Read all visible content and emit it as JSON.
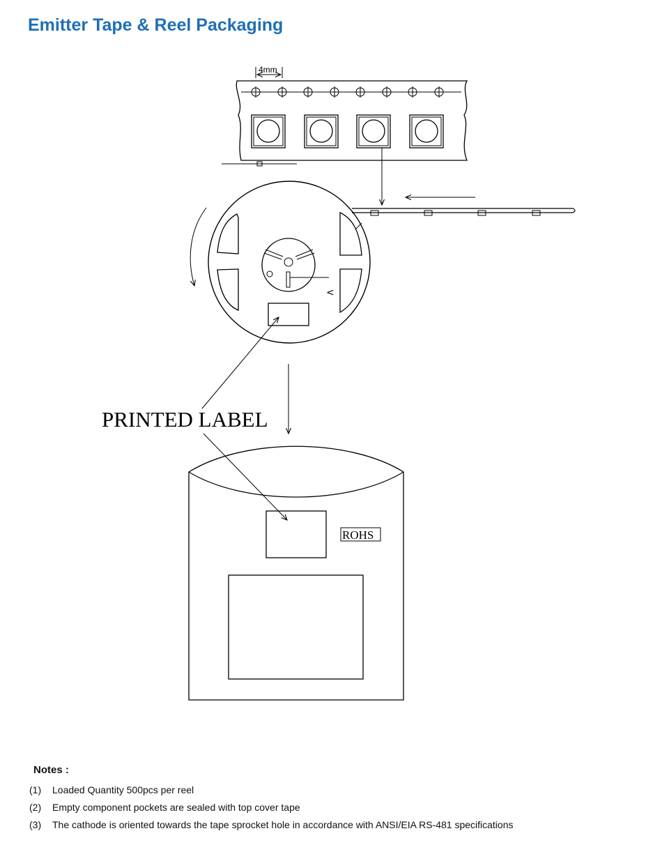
{
  "title": "Emitter Tape & Reel Packaging",
  "diagram": {
    "pitch_label": "4mm",
    "printed_label": "PRINTED LABEL",
    "rohs_label": "ROHS",
    "reel_mark": "<"
  },
  "notes": {
    "heading": "Notes :",
    "items": [
      {
        "num": "(1)",
        "text": "Loaded Quantity 500pcs per reel"
      },
      {
        "num": "(2)",
        "text": "Empty component pockets are sealed with top cover tape"
      },
      {
        "num": "(3)",
        "text": "The cathode is oriented towards the tape sprocket hole in accordance with ANSI/EIA RS-481 specifications"
      }
    ]
  }
}
